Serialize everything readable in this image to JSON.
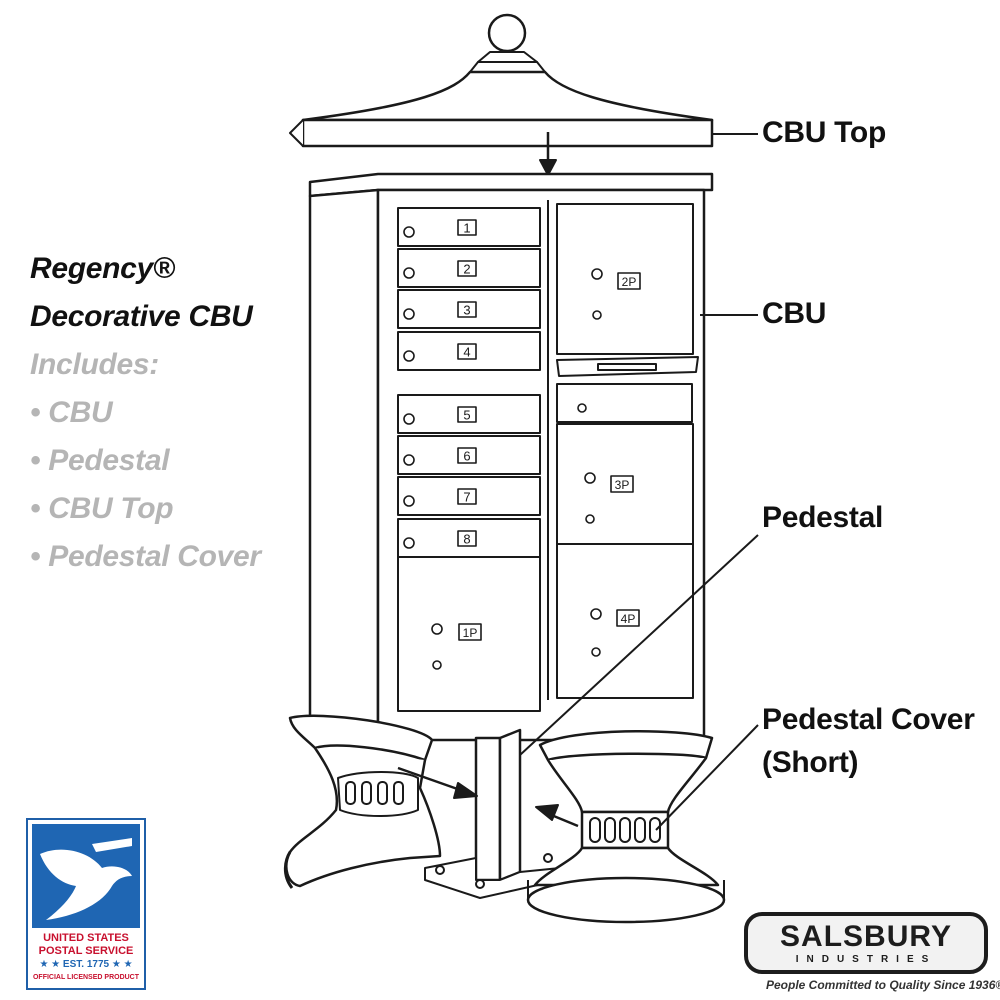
{
  "product": {
    "name_line1": "Regency®",
    "name_line2": "Decorative CBU",
    "includes_label": "Includes:",
    "includes": [
      "• CBU",
      "• Pedestal",
      "• CBU Top",
      "• Pedestal Cover"
    ]
  },
  "callouts": {
    "cbu_top": "CBU Top",
    "cbu": "CBU",
    "pedestal": "Pedestal",
    "pedestal_cover_line1": "Pedestal Cover",
    "pedestal_cover_line2": "(Short)"
  },
  "doors": [
    "1",
    "2",
    "3",
    "4",
    "5",
    "6",
    "7",
    "8"
  ],
  "parcel_doors": [
    "1P",
    "2P",
    "3P",
    "4P"
  ],
  "usps_logo": {
    "line1": "UNITED STATES",
    "line2": "POSTAL SERVICE",
    "line3": "★ ★ EST. 1775 ★ ★",
    "line4": "OFFICIAL LICENSED PRODUCT"
  },
  "brand_logo": {
    "name": "SALSBURY",
    "sub": "INDUSTRIES",
    "tagline": "People Committed to Quality Since 1936®"
  },
  "colors": {
    "outline": "#1a1a1a",
    "includes_text": "#b5b5b5",
    "usps_blue": "#1f66b3",
    "usps_red": "#c8102e"
  }
}
